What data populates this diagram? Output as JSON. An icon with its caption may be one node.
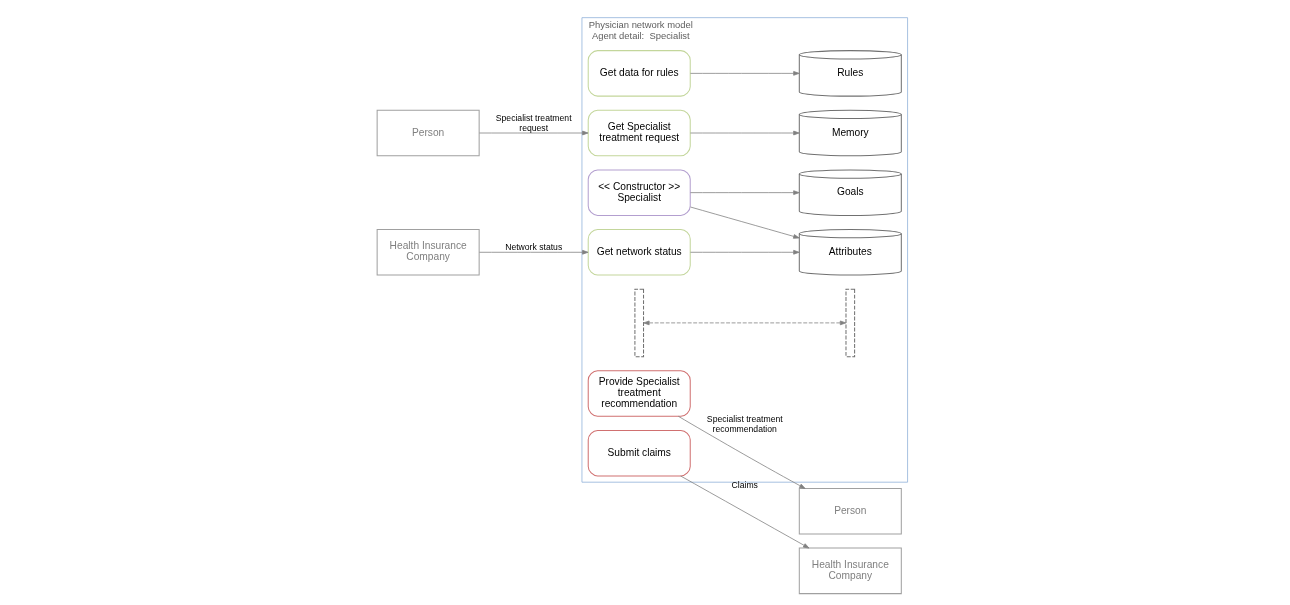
{
  "diagram": {
    "nodes": [
      {
        "text": [
          "Physician network model",
          "Agent detail:  Specialist"
        ]
      },
      {
        "text": [
          "<< Constructor >>",
          "Specialist"
        ],
        "in": 0
      },
      {
        "text": [
          "Get data for rules"
        ],
        "in": 0
      },
      {
        "text": [
          "Get Specialist treatment request"
        ],
        "in": 0
      },
      {
        "text": [
          "Get network status"
        ],
        "in": 0
      },
      {
        "text": [
          "Attributes"
        ],
        "in": 0
      },
      {
        "text": [
          "Goals"
        ],
        "in": 0
      },
      {
        "text": [
          "Rules"
        ],
        "in": 0
      },
      {
        "text": [
          "Memory"
        ],
        "in": 0
      },
      {
        "text": [],
        "shape": "bracket",
        "in": 0
      },
      {
        "text": [],
        "shape": "bracket",
        "in": 0
      },
      {
        "text": [
          "Provide Specialist treatment recommendation"
        ],
        "in": 0
      },
      {
        "text": [
          "Submit claims"
        ],
        "in": 0
      },
      {
        "text": [
          "Person"
        ]
      },
      {
        "text": [
          "Health Insurance Company"
        ]
      },
      {
        "text": [
          "Person"
        ]
      },
      {
        "text": [
          "Health Insurance Company"
        ]
      }
    ],
    "edges": [
      {
        "from": 1,
        "to": 5,
        "arrow": "to"
      },
      {
        "from": 1,
        "to": 6,
        "arrow": "to"
      },
      {
        "from": 2,
        "to": 7,
        "arrow": "to"
      },
      {
        "from": 3,
        "to": 8,
        "arrow": "to"
      },
      {
        "from": 4,
        "to": 5,
        "arrow": "to"
      },
      {
        "from": 13,
        "to": 3,
        "arrow": "to",
        "label": "Specialist treatment request"
      },
      {
        "from": 14,
        "to": 4,
        "arrow": "to",
        "label": "Network status"
      },
      {
        "from": 9,
        "to": 10,
        "arrow": "both",
        "style": "dashed"
      },
      {
        "from": 11,
        "to": 15,
        "arrow": "to",
        "label": "Specialist treatment recommendation"
      },
      {
        "from": 12,
        "to": 16,
        "arrow": "to",
        "label": "Claims"
      }
    ]
  }
}
